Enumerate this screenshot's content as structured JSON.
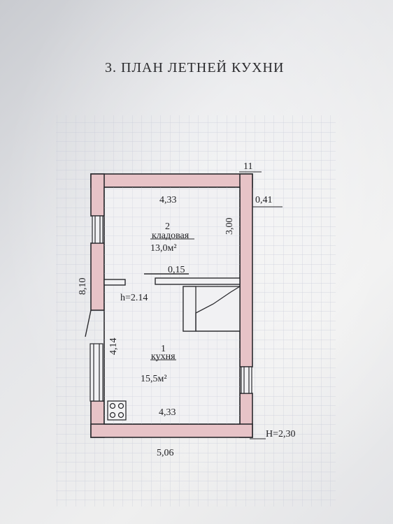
{
  "document": {
    "title": "3. ПЛАН  ЛЕТНЕЙ  КУХНИ"
  },
  "plan": {
    "corner_label": "11",
    "wall_thickness": "0,41",
    "height_label": "H=2,30",
    "interior_height": "h=2.14",
    "partition_thickness": "0,15",
    "dimensions": {
      "top_inner_width": "4,33",
      "bottom_inner_width": "4,33",
      "outer_width": "5,06",
      "outer_length": "8,10",
      "storage_depth": "3,00",
      "kitchen_depth": "4,14"
    },
    "rooms": [
      {
        "number": "2",
        "name": "кладовая",
        "area": "13,0м²"
      },
      {
        "number": "1",
        "name": "кухня",
        "area": "15,5м²"
      }
    ],
    "colors": {
      "wall_fill": "#e7c3c7",
      "wall_line": "#2a2a2e",
      "grid_line": "#c4c7d6",
      "paper": "#ececee"
    }
  }
}
